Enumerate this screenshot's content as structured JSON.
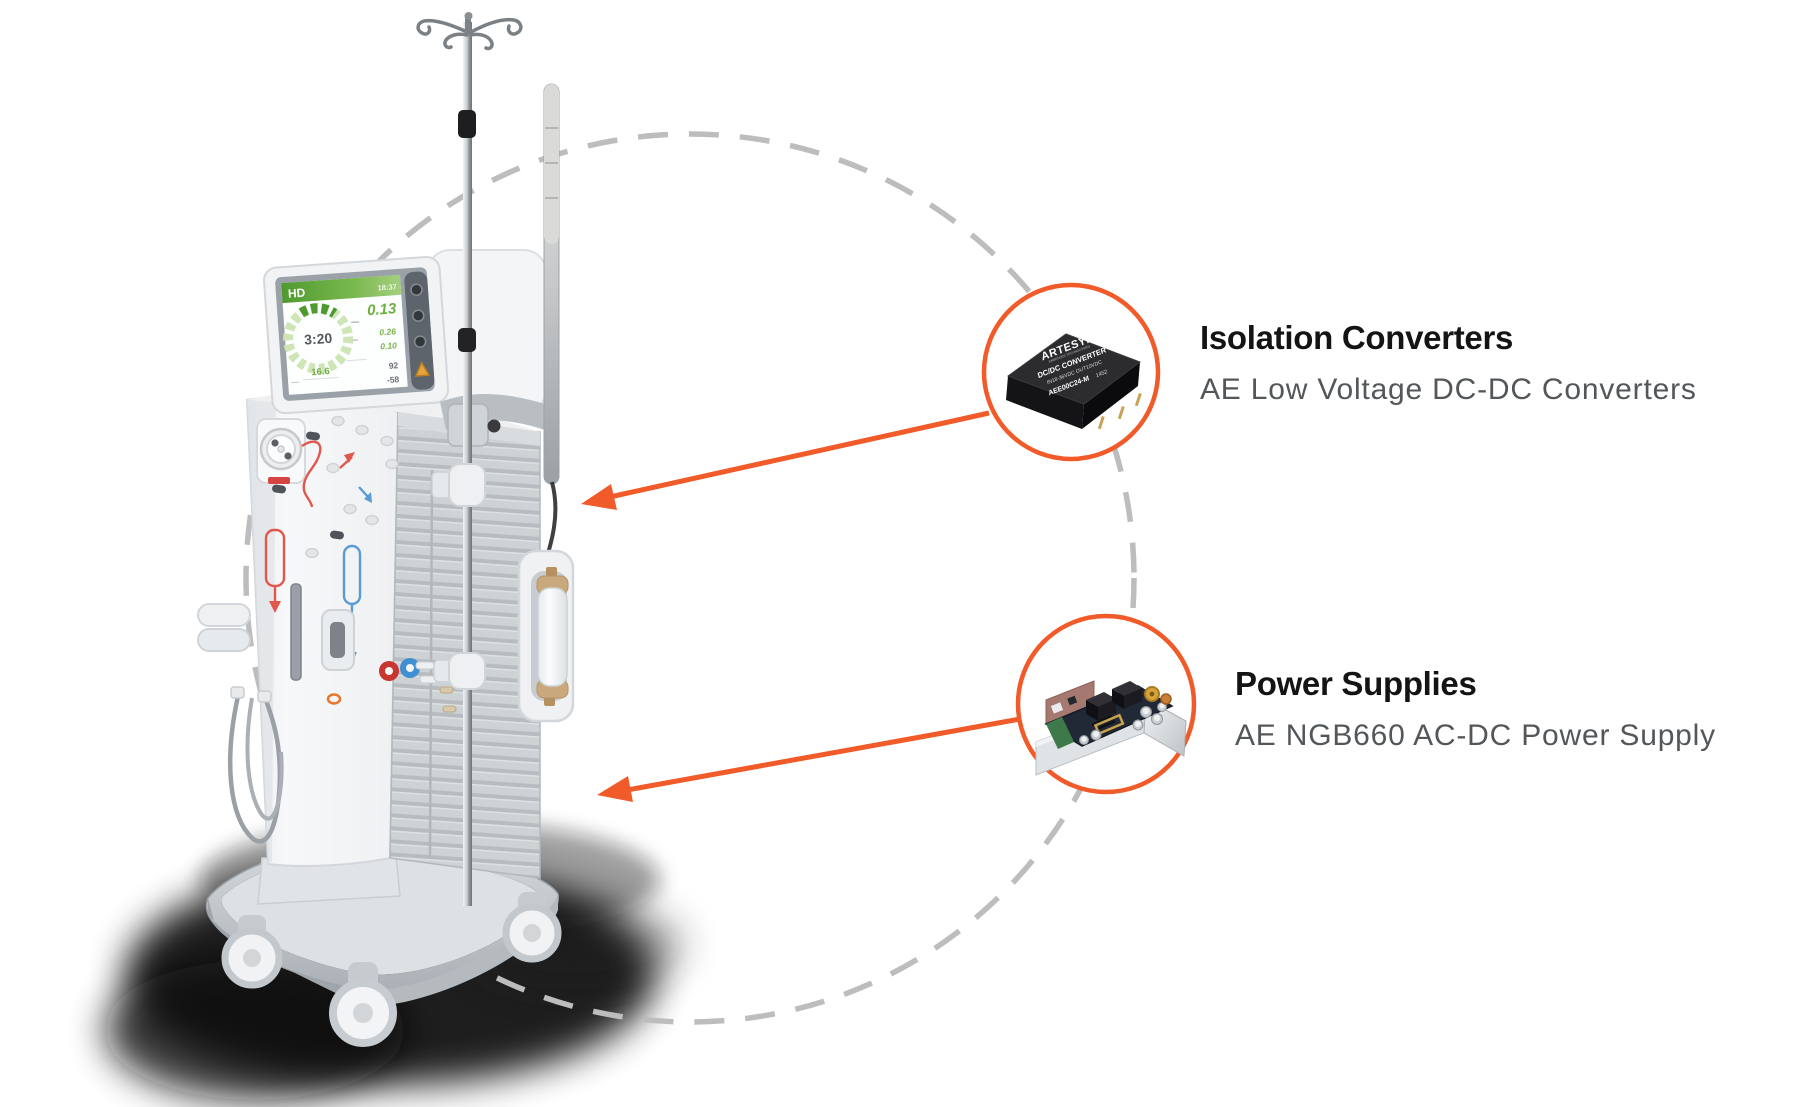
{
  "colors": {
    "accent": "#f15a29",
    "dash_gray": "#bdbdbd",
    "title": "#141414",
    "subtitle": "#53575a",
    "screen_green": "#6faf3f"
  },
  "callouts": [
    {
      "id": "isolation-converters",
      "title": "Isolation Converters",
      "subtitle": "AE Low Voltage DC-DC Converters"
    },
    {
      "id": "power-supplies",
      "title": "Power Supplies",
      "subtitle": "AE NGB660 AC-DC Power Supply"
    }
  ],
  "products": {
    "dcdc_module": {
      "brand": "ARTESYN",
      "brand_sub": "EMBEDDED TECHNOLOGIES",
      "line1": "DC/DC CONVERTER",
      "line2": "IN18-36VDC  OUT10VDC",
      "line3": "AEE00C24-M",
      "line4": "1452"
    }
  },
  "machine": {
    "screen": {
      "mode": "HD",
      "time": "18:37",
      "main_time": "3:20",
      "sub_value": "16.6",
      "value1": "0.13",
      "value2": "0.26",
      "value3": "0.10",
      "value4": "92",
      "value5": "-58"
    }
  }
}
